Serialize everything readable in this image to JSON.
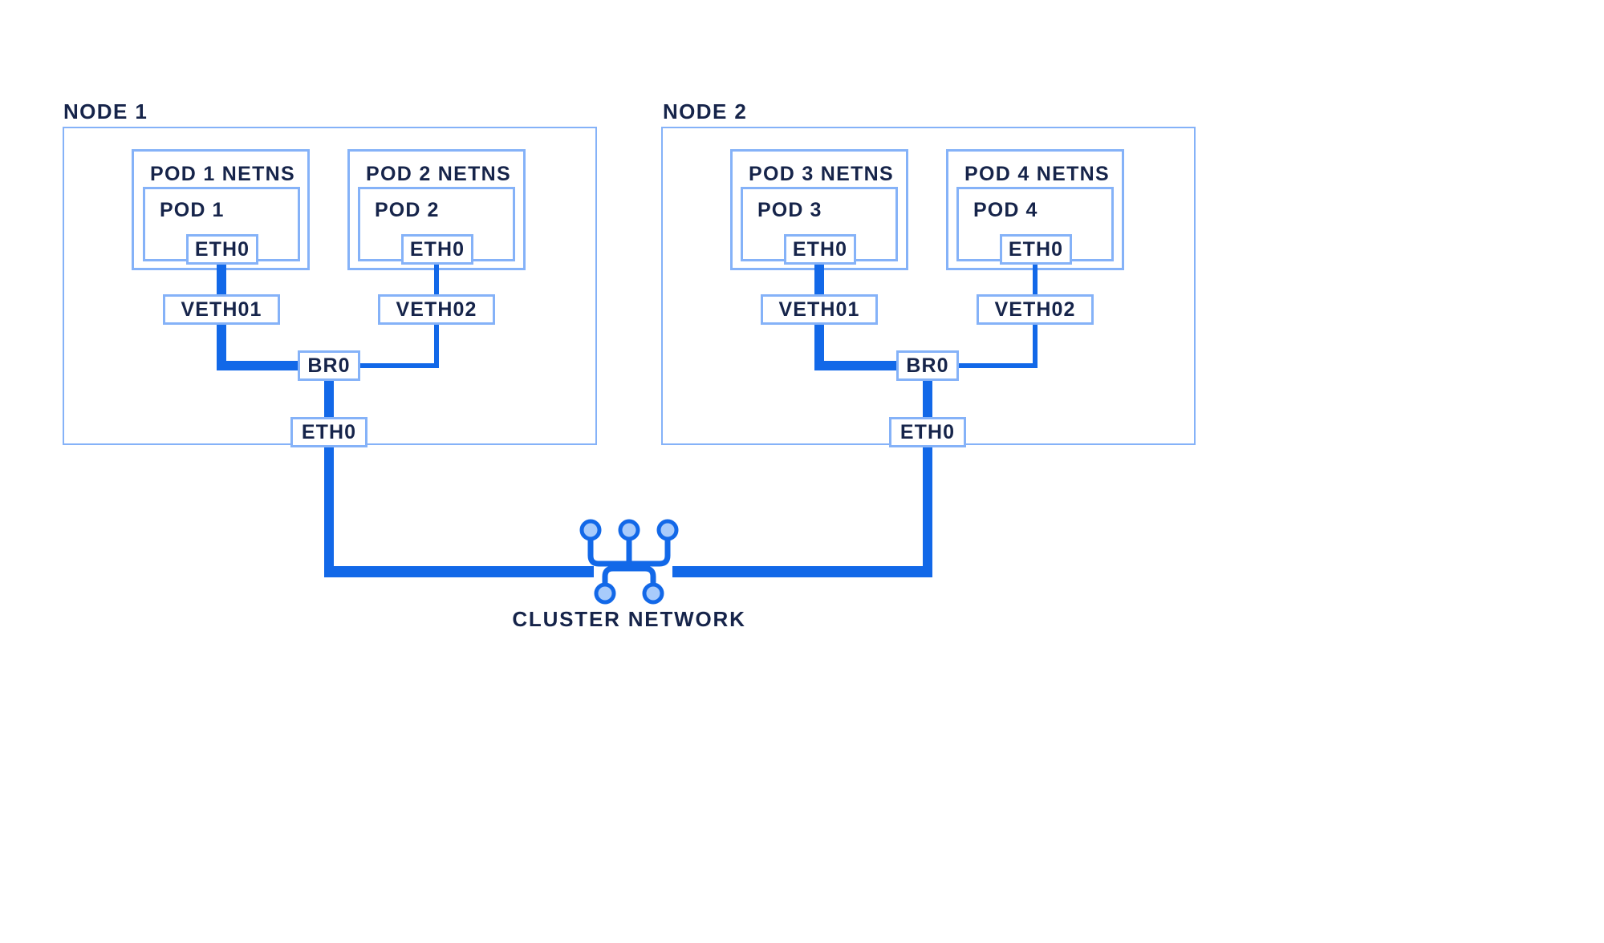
{
  "diagram": {
    "title_hidden": "",
    "colors": {
      "box_border": "#85b2f8",
      "connector": "#1268e8",
      "text": "#16244a",
      "circle_fill": "#a8cbfb",
      "background": "#ffffff"
    }
  },
  "nodes": [
    {
      "label": "NODE 1",
      "namespaces": [
        {
          "netns_label": "POD 1 NETNS",
          "pod_label": "POD 1",
          "eth_label": "ETH0",
          "veth_label": "VETH01",
          "highlighted": true
        },
        {
          "netns_label": "POD 2 NETNS",
          "pod_label": "POD 2",
          "eth_label": "ETH0",
          "veth_label": "VETH02",
          "highlighted": false
        }
      ],
      "bridge_label": "BR0",
      "eth_label": "ETH0"
    },
    {
      "label": "NODE 2",
      "namespaces": [
        {
          "netns_label": "POD 3 NETNS",
          "pod_label": "POD 3",
          "eth_label": "ETH0",
          "veth_label": "VETH01",
          "highlighted": true
        },
        {
          "netns_label": "POD 4 NETNS",
          "pod_label": "POD 4",
          "eth_label": "ETH0",
          "veth_label": "VETH02",
          "highlighted": false
        }
      ],
      "bridge_label": "BR0",
      "eth_label": "ETH0"
    }
  ],
  "cluster": {
    "label": "CLUSTER NETWORK",
    "icon_name": "cluster-network-icon",
    "top_circles": 3,
    "bottom_circles": 2
  }
}
